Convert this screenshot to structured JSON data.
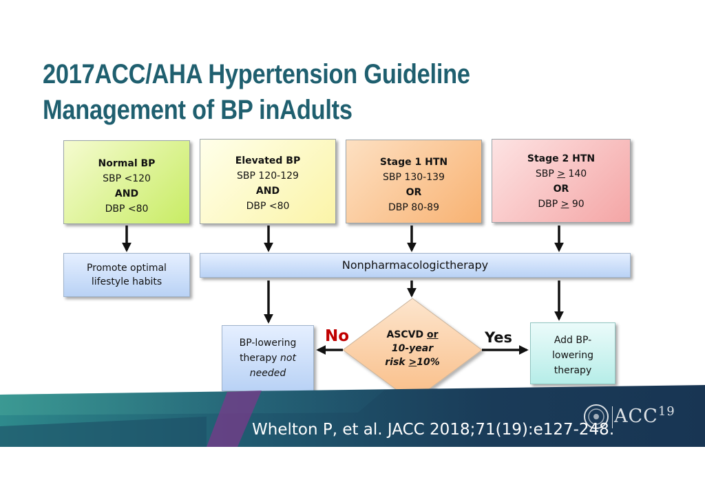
{
  "title": {
    "line1": "2017ACC/AHA Hypertension Guideline",
    "line2": "Management of BP inAdults"
  },
  "stages": {
    "normal": {
      "name": "Normal BP",
      "sbp": "SBP <120",
      "joiner": "AND",
      "dbp": "DBP <80"
    },
    "elevated": {
      "name": "Elevated BP",
      "sbp": "SBP 120-129",
      "joiner": "AND",
      "dbp": "DBP <80"
    },
    "stage1": {
      "name": "Stage 1 HTN",
      "sbp": "SBP 130-139",
      "joiner": "OR",
      "dbp": "DBP 80-89"
    },
    "stage2": {
      "name": "Stage 2 HTN",
      "sbp_prefix": "SBP ",
      "sbp_symbol": ">",
      "sbp_value": " 140",
      "joiner": "OR",
      "dbp_prefix": "DBP ",
      "dbp_symbol": ">",
      "dbp_value": " 90"
    }
  },
  "actions": {
    "promote_line1": "Promote optimal",
    "promote_line2": "lifestyle habits",
    "nonpharm": "Nonpharmacologictherapy",
    "not_needed_line1": "BP-lowering",
    "not_needed_line2_a": "therapy ",
    "not_needed_line2_b": "not",
    "not_needed_line3": "needed",
    "add_line1": "Add BP-",
    "add_line2": "lowering",
    "add_line3": "therapy"
  },
  "decision": {
    "line1_a": "ASCVD ",
    "line1_b": "or",
    "line2": "10-year",
    "line3_a": "risk ",
    "line3_symbol": ">",
    "line3_b": "10%",
    "no_label": "No",
    "yes_label": "Yes"
  },
  "footer": {
    "citation": "Whelton P, et al. JACC 2018;71(19):e127-248.",
    "logo_text": "ACC",
    "logo_number": "19"
  },
  "colors": {
    "title": "#1f5f6f",
    "no_label": "#c00000",
    "arrow": "#111111",
    "footer_dark": "#1a3550",
    "footer_teal": "#2a7e86",
    "footer_purple": "#7a3a8a"
  }
}
